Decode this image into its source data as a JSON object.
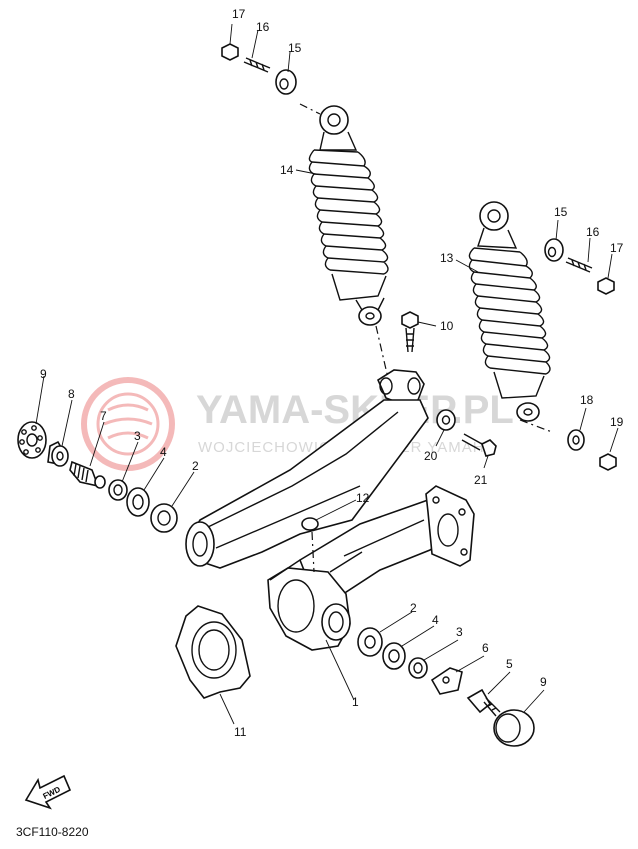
{
  "watermark": {
    "brand": "YAMA-SKLEP.PL",
    "dealer": "WOJCIECHOWICZ / DEALER YAMAHA",
    "logo_color": "#e03a3a"
  },
  "diagram_code": "3CF110-8220",
  "fwd_label": "FWD",
  "labels": {
    "p1": "1",
    "p2a": "2",
    "p2b": "2",
    "p3a": "3",
    "p3b": "3",
    "p4a": "4",
    "p4b": "4",
    "p5": "5",
    "p6": "6",
    "p7": "7",
    "p8": "8",
    "p9a": "9",
    "p9b": "9",
    "p10": "10",
    "p11": "11",
    "p12": "12",
    "p13": "13",
    "p14": "14",
    "p15a": "15",
    "p15b": "15",
    "p16a": "16",
    "p16b": "16",
    "p17a": "17",
    "p17b": "17",
    "p18": "18",
    "p19": "19",
    "p20": "20",
    "p21": "21"
  }
}
